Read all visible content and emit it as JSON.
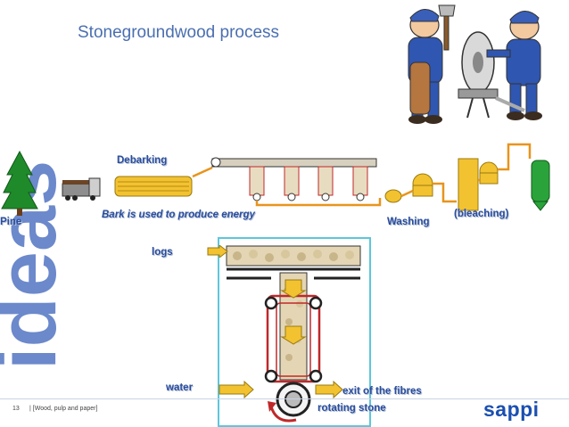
{
  "slide": {
    "title": "Stonegroundwood process",
    "side_watermark": "ideas",
    "page_number": "13",
    "footer_text": "|   [Wood, pulp and paper]",
    "brand": "sappi",
    "brand_color": "#1b4fb0",
    "title_color": "#4a6fb0"
  },
  "flow_labels": {
    "pine": "Pine",
    "debarking": "Debarking",
    "bark": "Bark is used to produce energy",
    "washing": "Washing",
    "bleaching": "(bleaching)"
  },
  "grinder_labels": {
    "logs": "logs",
    "water": "water",
    "exit": "exit of the fibres",
    "stone": "rotating stone"
  },
  "colors": {
    "label": "#2a4d9c",
    "pipe": "#e8941c",
    "frame": "#2a2a2a",
    "red_guide": "#c0282a",
    "inset_border": "#5ec6dc"
  }
}
